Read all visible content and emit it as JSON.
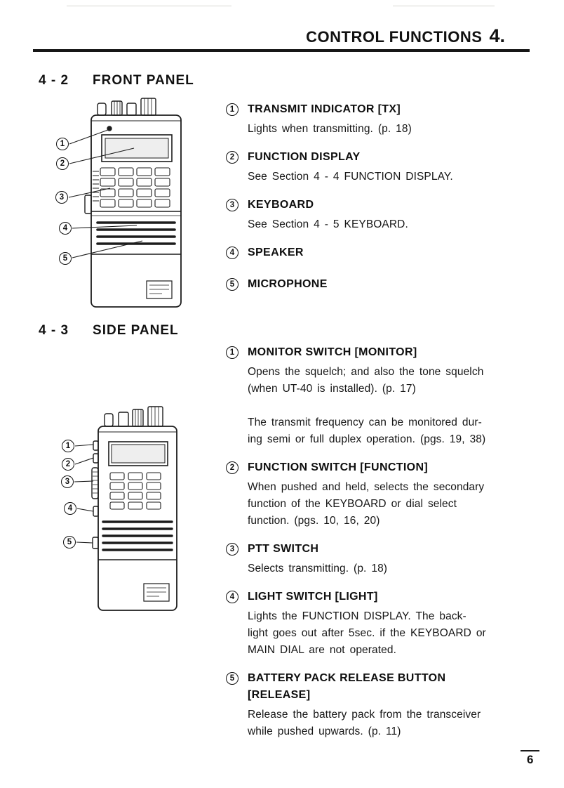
{
  "header": {
    "title": "CONTROL FUNCTIONS",
    "chapter": "4."
  },
  "page_number": "6",
  "front_panel": {
    "section_number": "4 - 2",
    "section_title": "FRONT PANEL",
    "callouts": [
      "1",
      "2",
      "3",
      "4",
      "5"
    ],
    "items": [
      {
        "num": "1",
        "title": "TRANSMIT INDICATOR [TX]",
        "body": "Lights when transmitting. (p. 18)"
      },
      {
        "num": "2",
        "title": "FUNCTION DISPLAY",
        "body": "See Section 4 - 4 FUNCTION DISPLAY."
      },
      {
        "num": "3",
        "title": "KEYBOARD",
        "body": "See Section 4 - 5 KEYBOARD."
      },
      {
        "num": "4",
        "title": "SPEAKER"
      },
      {
        "num": "5",
        "title": "MICROPHONE"
      }
    ]
  },
  "side_panel": {
    "section_number": "4 - 3",
    "section_title": "SIDE PANEL",
    "callouts": [
      "1",
      "2",
      "3",
      "4",
      "5"
    ],
    "items": [
      {
        "num": "1",
        "title": "MONITOR SWITCH [MONITOR]",
        "body": "Opens the squelch; and also the tone squelch\n(when UT-40 is installed). (p. 17)",
        "body2": "The transmit frequency can be monitored dur-\ning semi or full duplex operation. (pgs. 19, 38)"
      },
      {
        "num": "2",
        "title": "FUNCTION SWITCH [FUNCTION]",
        "body": "When pushed and held, selects the secondary\nfunction of the KEYBOARD or dial select\nfunction. (pgs. 10, 16, 20)"
      },
      {
        "num": "3",
        "title": "PTT SWITCH",
        "body": "Selects transmitting. (p. 18)"
      },
      {
        "num": "4",
        "title": "LIGHT SWITCH [LIGHT]",
        "body": "Lights the FUNCTION DISPLAY. The back-\nlight goes out after 5sec. if the KEYBOARD or\nMAIN DIAL are not operated."
      },
      {
        "num": "5",
        "title": "BATTERY PACK RELEASE BUTTON\n[RELEASE]",
        "body": "Release the battery pack from the transceiver\nwhile pushed upwards. (p. 11)"
      }
    ]
  }
}
